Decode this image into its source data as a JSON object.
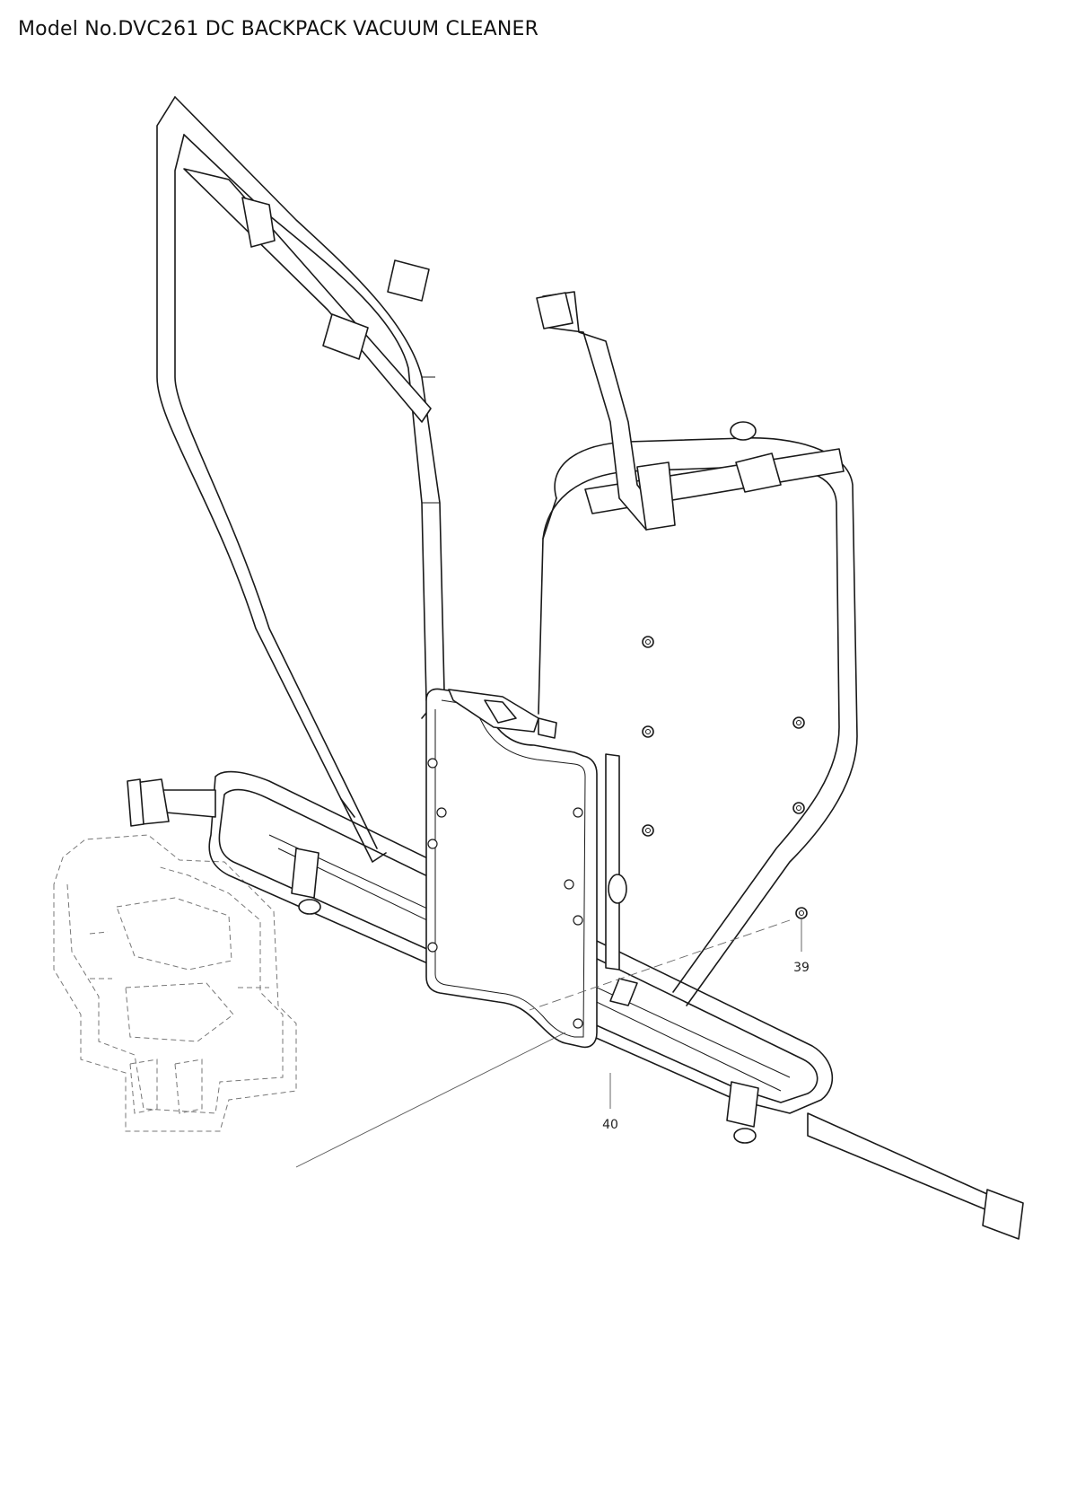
{
  "title": "Model No.DVC261 DC BACKPACK VACUUM CLEANER",
  "callouts": [
    {
      "id": "part-39",
      "label": "39"
    },
    {
      "id": "part-40",
      "label": "40"
    }
  ]
}
